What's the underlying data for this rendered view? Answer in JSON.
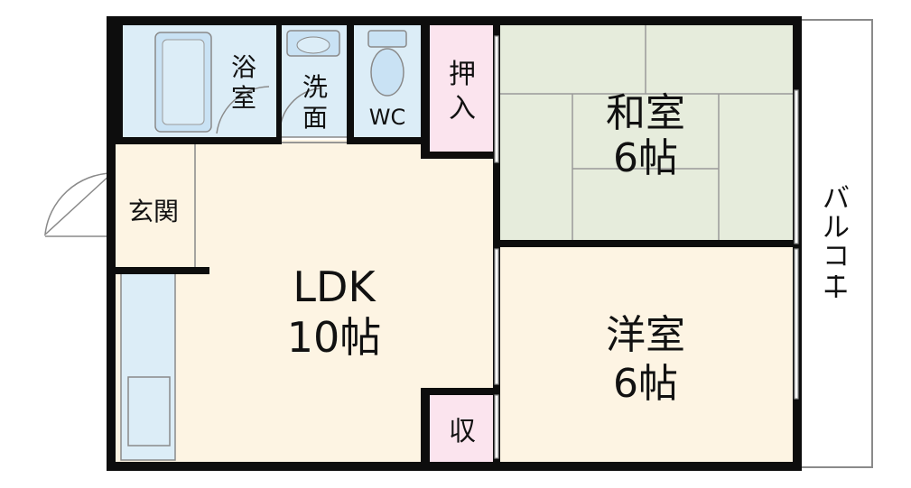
{
  "colors": {
    "wall": "#0d0d0d",
    "ldk_floor": "#fdf4e3",
    "washitsu_floor": "#e6ecdc",
    "youshitsu_floor": "#fdf4e3",
    "wet_area": "#dcedf7",
    "fixture_fill": "#c9e2f4",
    "storage": "#fbe4ee",
    "line": "#8a8a8a"
  },
  "rooms": {
    "bath": {
      "l1": "浴",
      "l2": "室"
    },
    "washroom": {
      "l1": "洗",
      "l2": "面"
    },
    "toilet": {
      "label": "WC"
    },
    "closet_oshiire": {
      "l1": "押",
      "l2": "入"
    },
    "washitsu": {
      "name": "和室",
      "size": "6帖"
    },
    "entrance": {
      "label": "玄関"
    },
    "ldk": {
      "name": "LDK",
      "size": "10帖"
    },
    "youshitsu": {
      "name": "洋室",
      "size": "6帖"
    },
    "storage": {
      "label": "収"
    },
    "balcony": {
      "chars": [
        "バ",
        "ル",
        "コ",
        "ニ",
        "ー"
      ]
    }
  }
}
